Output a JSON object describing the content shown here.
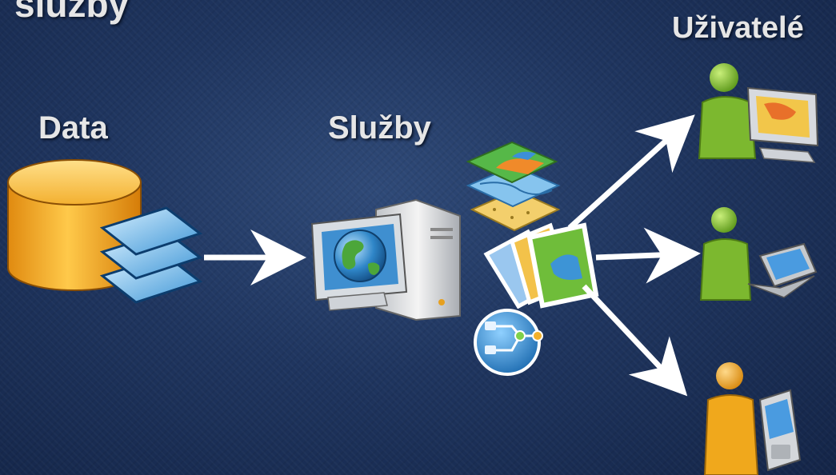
{
  "title_partial": "služby",
  "labels": {
    "data": "Data",
    "services": "Služby",
    "users": "Uživatelé"
  },
  "colors": {
    "background": "#1f355f",
    "database": "#f5a623",
    "layer": "#4aa3df",
    "arrow": "#ffffff",
    "user_green": "#7cb82f",
    "user_orange": "#f0a81c"
  }
}
